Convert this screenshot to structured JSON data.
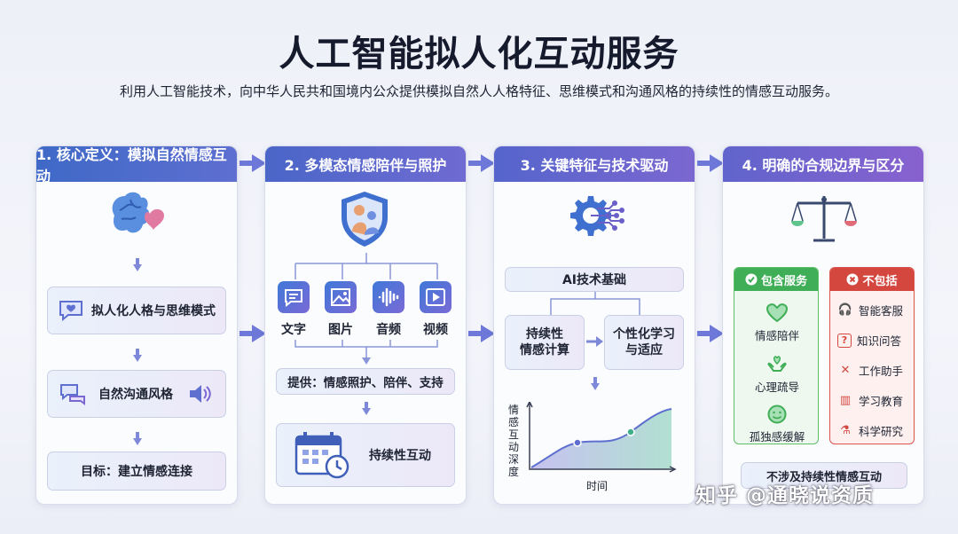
{
  "title": "人工智能拟人化互动服务",
  "subtitle": "利用人工智能技术，向中华人民共和国境内公众提供模拟自然人人格特征、思维模式和沟通风格的持续性的情感互动服务。",
  "cards": [
    {
      "header": "1. 核心定义：模拟自然情感互动",
      "steps": [
        "拟人化人格与思维模式",
        "自然沟通风格",
        "目标：建立情感连接"
      ]
    },
    {
      "header": "2. 多模态情感陪伴与照护",
      "media": [
        "文字",
        "图片",
        "音频",
        "视频"
      ],
      "provide": "提供：情感照护、陪伴、支持",
      "outcome": "持续性互动"
    },
    {
      "header": "3. 关键特征与技术驱动",
      "base": "AI技术基础",
      "left_box": "持续性\n情感计算",
      "right_box": "个性化学习\n与适应",
      "chart_ylabel": "情感互动深度",
      "chart_xlabel": "时间"
    },
    {
      "header": "4. 明确的合规边界与区分",
      "include_title": "包含服务",
      "include_items": [
        "情感陪伴",
        "心理疏导",
        "孤独感缓解"
      ],
      "exclude_title": "不包括",
      "exclude_items": [
        "智能客服",
        "知识问答",
        "工作助手",
        "学习教育",
        "科学研究"
      ],
      "footer": "不涉及持续性情感互动"
    }
  ],
  "watermark": "知乎 @通晓说资质",
  "colors": {
    "primary": "#4a66c8",
    "include_green": "#3fae57",
    "exclude_red": "#d3473f",
    "arrow": "#6d78d8"
  },
  "icons": [
    "brain-heart-icon",
    "shield-family-icon",
    "gear-circuit-icon",
    "scales-icon",
    "chat-icon",
    "image-icon",
    "audio-icon",
    "video-icon",
    "calendar-clock-icon",
    "speaker-icon",
    "check-icon",
    "x-icon"
  ]
}
